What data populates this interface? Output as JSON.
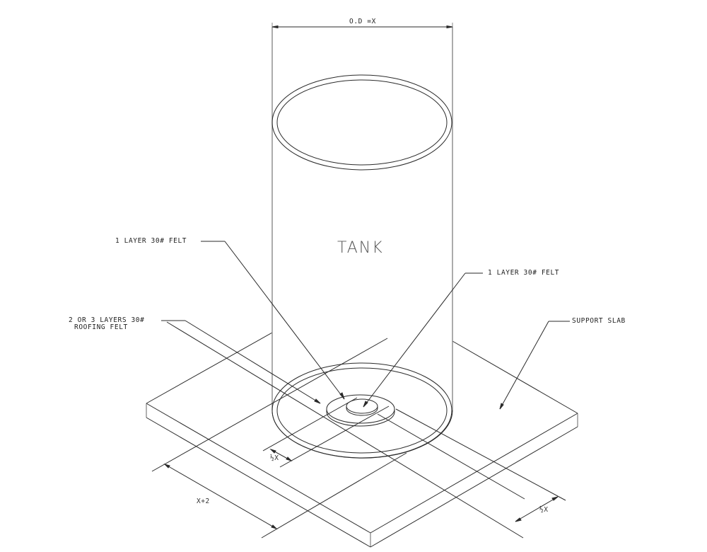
{
  "diagram": {
    "type": "isometric tank foundation detail",
    "components": {
      "tank": {
        "label": "TANK"
      },
      "slab": {
        "label": "SUPPORT SLAB"
      }
    },
    "callouts": [
      {
        "id": "felt-left",
        "text": "1 LAYER 30# FELT"
      },
      {
        "id": "felt-right",
        "text": "1 LAYER 30# FELT"
      },
      {
        "id": "roofing-felt",
        "line1": "2 OR 3 LAYERS 30#",
        "line2": "ROOFING FELT"
      },
      {
        "id": "support-slab",
        "text": "SUPPORT SLAB"
      }
    ],
    "dimensions": {
      "diameter": "O.D =X",
      "slab_width": "X+2",
      "offset_left": "½X",
      "offset_right": "½X"
    },
    "colors": {
      "line": "#2a2a2a",
      "tank_outline": "#888888",
      "background": "#ffffff"
    }
  }
}
